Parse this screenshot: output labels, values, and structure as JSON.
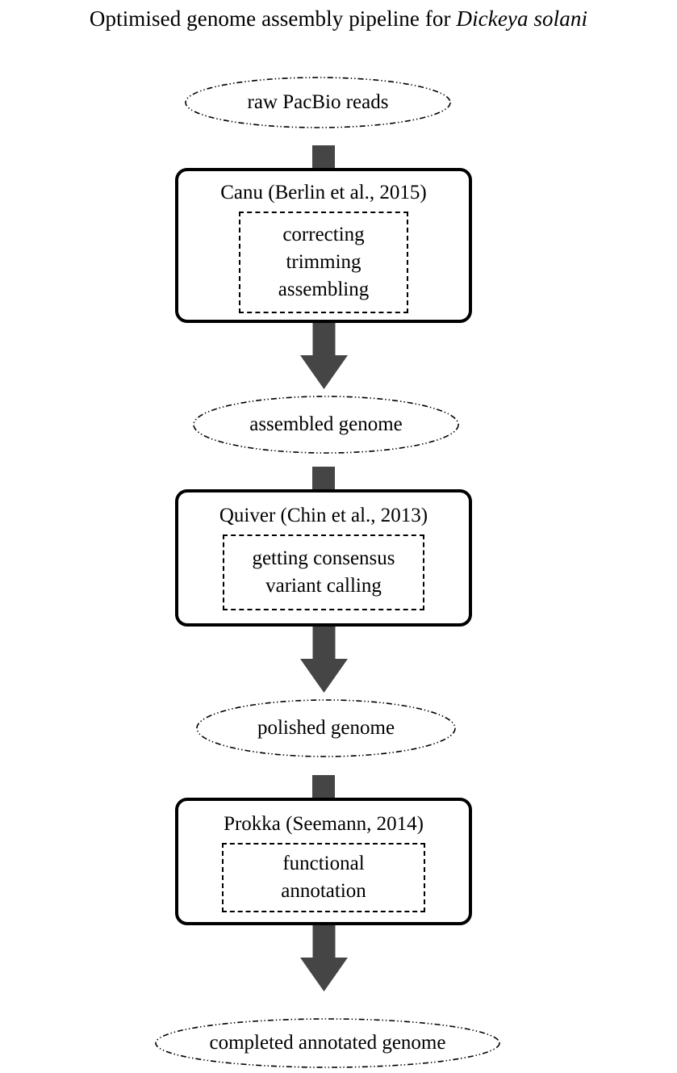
{
  "figure": {
    "title_prefix": "Optimised genome assembly pipeline for ",
    "title_taxon": "Dickeya solani",
    "title_full": "Optimised genome assembly pipeline for Dickeya solani"
  },
  "colors": {
    "stroke": "#000000",
    "arrow_fill": "#454545",
    "stub_fill": "#454545",
    "background": "#ffffff"
  },
  "flow": {
    "nodes": [
      {
        "id": "raw-pacbio-reads",
        "type": "ellipse",
        "label": "raw PacBio reads",
        "border_style": "dash-dot-dot"
      },
      {
        "id": "canu",
        "type": "process",
        "title": "Canu (Berlin et al., 2015)",
        "tool": "Canu",
        "citation": "Berlin et al., 2015",
        "steps": [
          "correcting",
          "trimming",
          "assembling"
        ]
      },
      {
        "id": "assembled-genome",
        "type": "ellipse",
        "label": "assembled genome",
        "border_style": "dash-dot-dot"
      },
      {
        "id": "quiver",
        "type": "process",
        "title": "Quiver (Chin et al., 2013)",
        "tool": "Quiver",
        "citation": "Chin et al., 2013",
        "steps": [
          "getting consensus",
          "variant calling"
        ]
      },
      {
        "id": "polished-genome",
        "type": "ellipse",
        "label": "polished genome",
        "border_style": "dash-dot-dot"
      },
      {
        "id": "prokka",
        "type": "process",
        "title": "Prokka (Seemann, 2014)",
        "tool": "Prokka",
        "citation": "Seemann, 2014",
        "steps": [
          "functional",
          "annotation"
        ]
      },
      {
        "id": "completed-annotated-genome",
        "type": "ellipse",
        "label": "completed annotated genome",
        "border_style": "dash-dot-dot"
      }
    ],
    "edges": [
      {
        "from": "raw-pacbio-reads",
        "to": "canu",
        "style": "stub"
      },
      {
        "from": "canu",
        "to": "assembled-genome",
        "style": "block-arrow",
        "direction": "down"
      },
      {
        "from": "assembled-genome",
        "to": "quiver",
        "style": "stub"
      },
      {
        "from": "quiver",
        "to": "polished-genome",
        "style": "block-arrow",
        "direction": "down"
      },
      {
        "from": "polished-genome",
        "to": "prokka",
        "style": "stub"
      },
      {
        "from": "prokka",
        "to": "completed-annotated-genome",
        "style": "block-arrow",
        "direction": "down"
      }
    ]
  }
}
